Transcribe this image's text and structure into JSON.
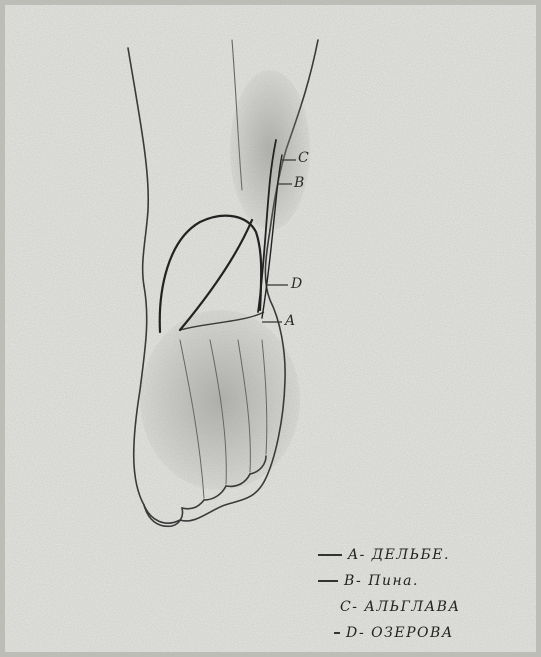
{
  "figure": {
    "callouts": {
      "C": "C",
      "B": "B",
      "D": "D",
      "A": "A"
    },
    "legend": [
      {
        "text": "A- ДЕЛЬБЕ."
      },
      {
        "text": "B- Пинa."
      },
      {
        "text": "C- АЛЬГЛАВА"
      },
      {
        "text": "D- ОЗЕРОВА"
      }
    ]
  }
}
